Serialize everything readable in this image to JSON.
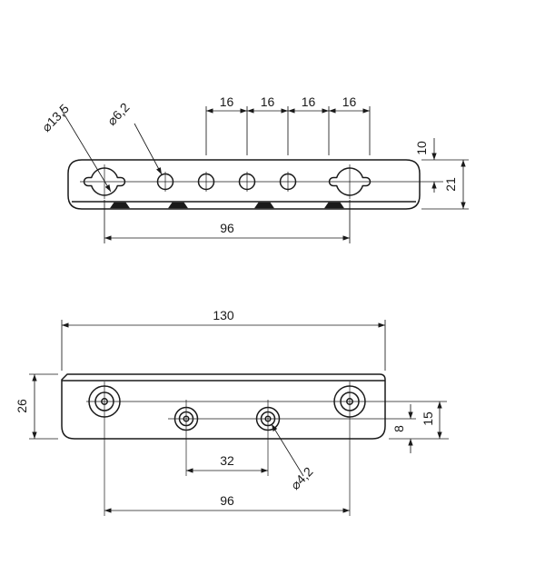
{
  "colors": {
    "line": "#1a1a1a",
    "background": "#ffffff"
  },
  "drawing": {
    "top_view": {
      "dia_large": "⌀13,5",
      "dia_small": "⌀6,2",
      "pitch_labels": [
        "16",
        "16",
        "16",
        "16"
      ],
      "height_to_center": "10",
      "total_height": "21",
      "hole_span": "96"
    },
    "front_view": {
      "total_width": "130",
      "side_height": "26",
      "center_pitch": "32",
      "dia_hole": "⌀4,2",
      "height_lower": "8",
      "height_upper": "15",
      "hole_span": "96"
    }
  }
}
